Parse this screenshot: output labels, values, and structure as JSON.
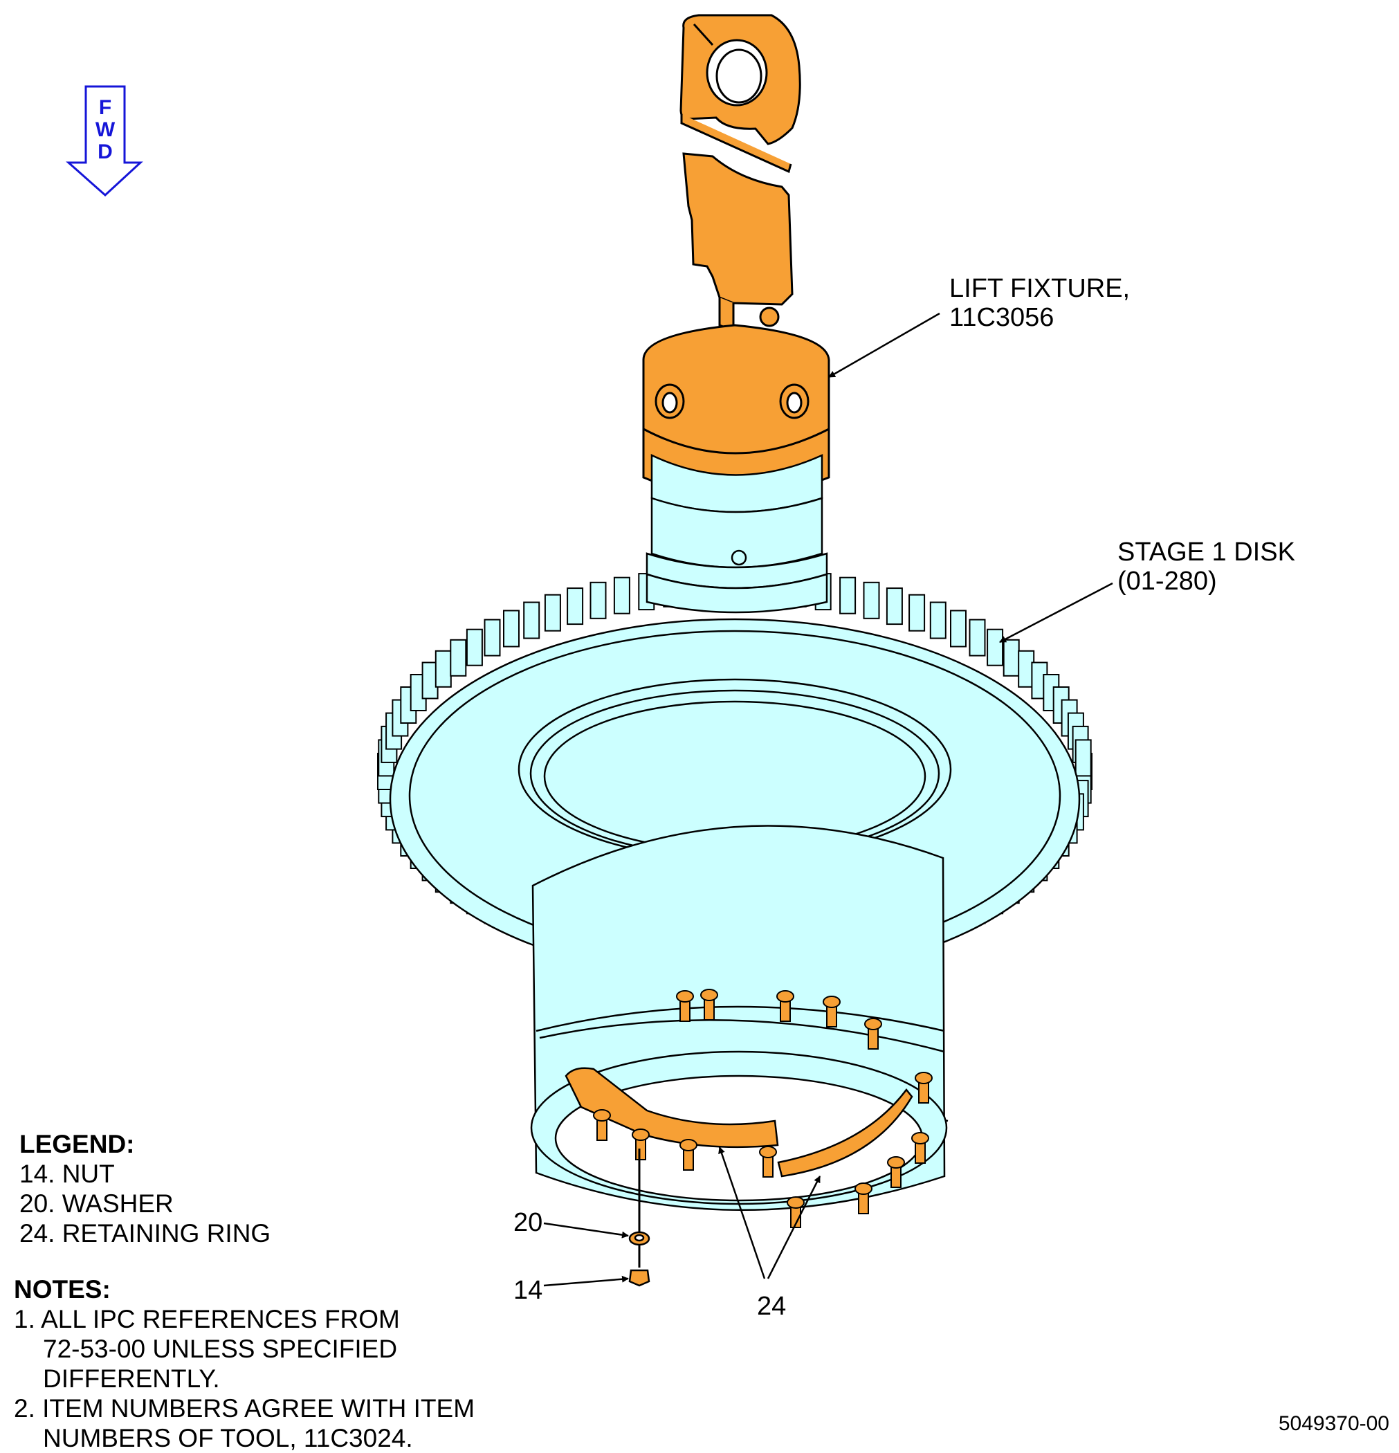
{
  "fwd": {
    "letters": [
      "F",
      "W",
      "D"
    ]
  },
  "callouts": {
    "lift_fixture": [
      "LIFT FIXTURE,",
      "11C3056"
    ],
    "stage1_disk": [
      "STAGE 1 DISK",
      "(01-280)"
    ],
    "item20": "20",
    "item14": "14",
    "item24": "24"
  },
  "legend": {
    "title": "LEGEND:",
    "items": [
      "14. NUT",
      "20. WASHER",
      "24. RETAINING RING"
    ]
  },
  "notes": {
    "title": "NOTES:",
    "items": [
      [
        "1. ALL IPC REFERENCES FROM",
        "72-53-00 UNLESS SPECIFIED",
        "DIFFERENTLY."
      ],
      [
        "2. ITEM NUMBERS AGREE WITH ITEM",
        "NUMBERS OF TOOL, 11C3024."
      ]
    ]
  },
  "drawing_number": "5049370-00",
  "colors": {
    "fixture": "#f7a035",
    "part": "#ccffff",
    "line": "#000000",
    "fwd": "#1515d8"
  }
}
